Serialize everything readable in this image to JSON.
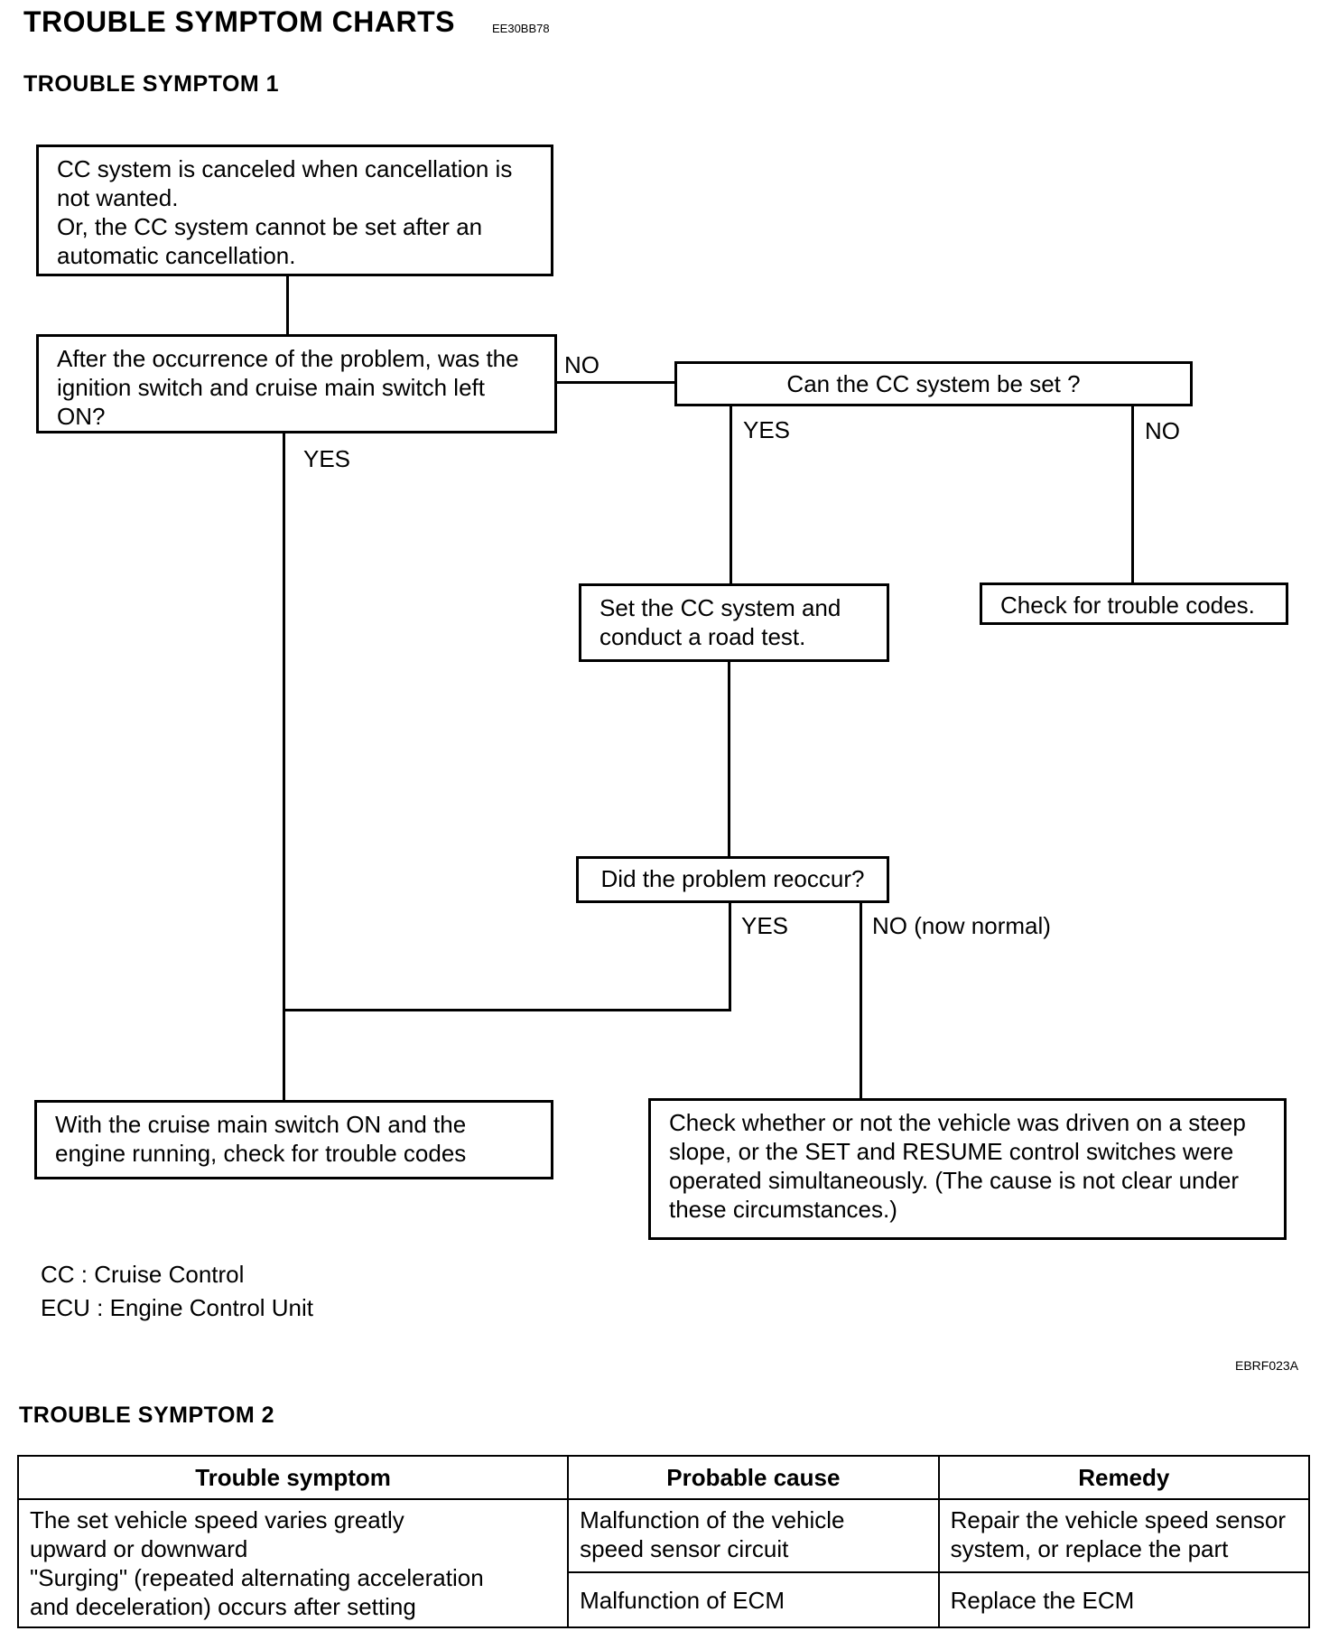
{
  "header": {
    "title": "TROUBLE SYMPTOM CHARTS",
    "code": "EE30BB78"
  },
  "symptom1": {
    "heading": "TROUBLE SYMPTOM 1",
    "box_start": [
      "CC system is canceled when cancellation is",
      "not wanted.",
      "Or, the CC system cannot be set after an",
      "automatic cancellation."
    ],
    "box_question1": [
      "After the occurrence of the problem, was the",
      "ignition switch and cruise main switch left",
      "ON?"
    ],
    "box_question2": "Can the CC system be set ?",
    "box_set": [
      "Set the CC system and",
      "conduct a road test."
    ],
    "box_trouble_codes": "Check for trouble codes.",
    "box_question3": "Did the problem reoccur?",
    "box_check_codes": [
      "With the cruise main switch ON and the",
      "engine running, check for trouble codes"
    ],
    "box_check_slope": [
      "Check whether or not the vehicle was driven on a steep",
      "slope, or the SET and RESUME control switches were",
      "operated simultaneously. (The cause is not clear under",
      "these circumstances.)"
    ],
    "labels": {
      "no_q1": "NO",
      "yes_q1": "YES",
      "yes_q2": "YES",
      "no_q2": "NO",
      "yes_q3": "YES",
      "no_q3": "NO (now normal)"
    },
    "notes": [
      "CC : Cruise Control",
      "ECU : Engine Control Unit"
    ],
    "figure_ref": "EBRF023A"
  },
  "symptom2": {
    "heading": "TROUBLE SYMPTOM 2",
    "table": {
      "headers": [
        "Trouble symptom",
        "Probable cause",
        "Remedy"
      ],
      "symptom_text": [
        "The set vehicle speed varies greatly",
        "upward or downward",
        "\"Surging\" (repeated alternating acceleration",
        "and deceleration) occurs after setting"
      ],
      "rows": [
        {
          "cause": [
            "Malfunction of the vehicle",
            "speed sensor circuit"
          ],
          "remedy": [
            "Repair the vehicle speed sensor",
            "system, or replace the part"
          ]
        },
        {
          "cause": [
            "Malfunction of ECM"
          ],
          "remedy": [
            "Replace the ECM"
          ]
        }
      ]
    }
  }
}
